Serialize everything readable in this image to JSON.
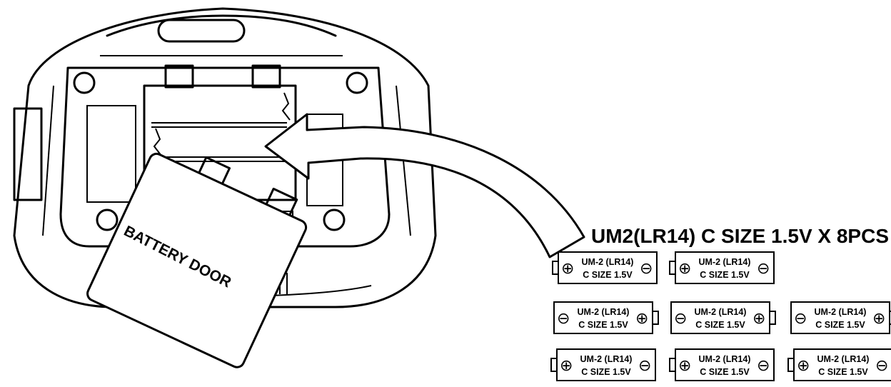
{
  "door_label": "BATTERY DOOR",
  "heading": "UM2(LR14) C SIZE 1.5V X 8PCS",
  "batteries": [
    {
      "line1": "UM-2 (LR14)",
      "line2": "C  SIZE 1.5V",
      "orientation": "plus-left"
    },
    {
      "line1": "UM-2 (LR14)",
      "line2": "C  SIZE 1.5V",
      "orientation": "plus-left"
    },
    {
      "line1": "UM-2 (LR14)",
      "line2": "C  SIZE 1.5V",
      "orientation": "plus-right"
    },
    {
      "line1": "UM-2 (LR14)",
      "line2": "C  SIZE 1.5V",
      "orientation": "plus-right"
    },
    {
      "line1": "UM-2 (LR14)",
      "line2": "C  SIZE 1.5V",
      "orientation": "plus-right"
    },
    {
      "line1": "UM-2 (LR14)",
      "line2": "C  SIZE 1.5V",
      "orientation": "plus-left"
    },
    {
      "line1": "UM-2 (LR14)",
      "line2": "C  SIZE 1.5V",
      "orientation": "plus-left"
    },
    {
      "line1": "UM-2 (LR14)",
      "line2": "C  SIZE 1.5V",
      "orientation": "plus-left"
    }
  ],
  "icons": {
    "plus": "⊕",
    "minus": "⊖"
  }
}
